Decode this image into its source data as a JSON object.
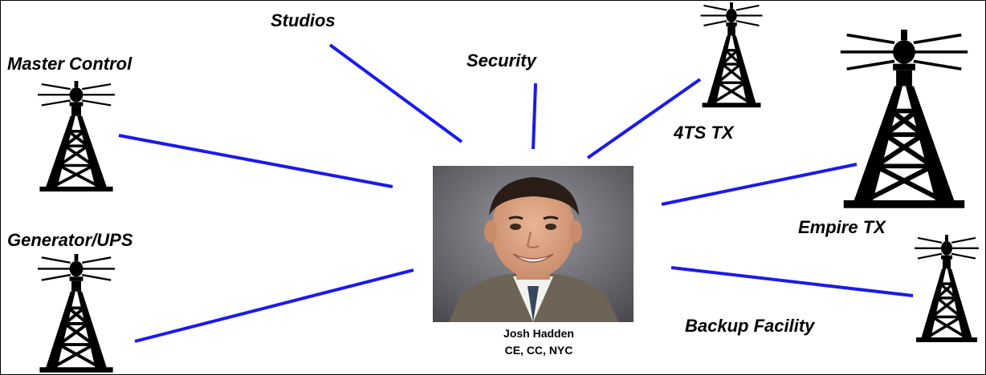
{
  "colors": {
    "wire": "#1a1aee",
    "ink": "#000000",
    "background": "#ffffff"
  },
  "nodes": {
    "master_control": "Master Control",
    "studios": "Studios",
    "security": "Security",
    "tx_4ts": "4TS TX",
    "empire_tx": "Empire TX",
    "generator_ups": "Generator/UPS",
    "backup_facility": "Backup Facility"
  },
  "person": {
    "name": "Josh Hadden",
    "title": "CE, CC, NYC"
  },
  "icons": {
    "tower": "radio-tower-icon",
    "photo": "person-photo"
  }
}
